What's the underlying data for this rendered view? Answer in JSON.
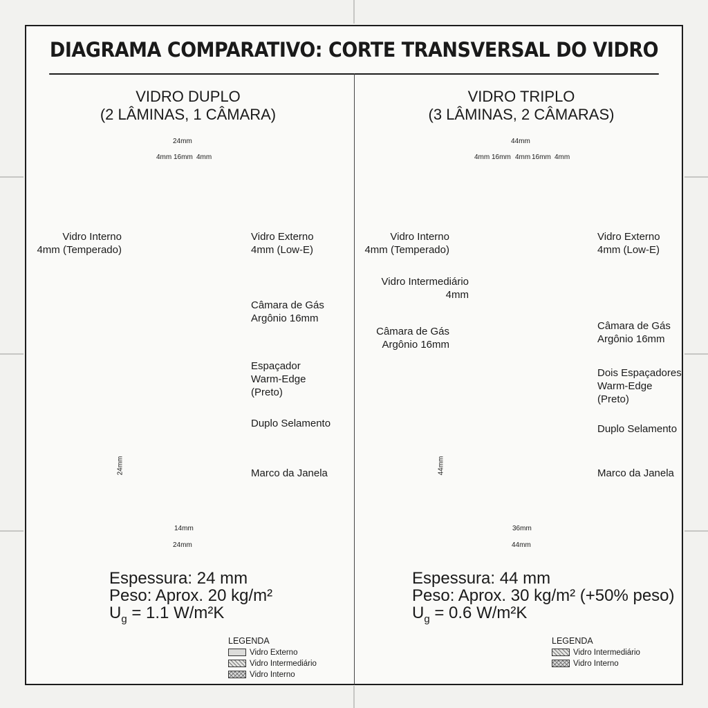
{
  "title": "DIAGRAMA COMPARATIVO: CORTE TRANSVERSAL DO VIDRO",
  "double": {
    "title1": "VIDRO DUPLO",
    "title2": "(2 LÂMINAS, 1 CÂMARA)",
    "dim_total": "24mm",
    "dim_a": "4mm",
    "dim_b": "16mm",
    "dim_c": "4mm",
    "frame_height": "24mm",
    "frame_inner": "14mm",
    "frame_width": "24mm",
    "labels": {
      "inner1": "Vidro Interno",
      "inner2": "4mm (Temperado)",
      "outer1": "Vidro Externo",
      "outer2": "4mm (Low-E)",
      "gas1": "Câmara de Gás",
      "gas2": "Argônio 16mm",
      "spacer1": "Espaçador",
      "spacer2": "Warm-Edge",
      "spacer3": "(Preto)",
      "seal": "Duplo Selamento",
      "frame": "Marco da Janela"
    },
    "stats": {
      "thickness": "Espessura: 24 mm",
      "weight": "Peso: Aprox. 20 kg/m²",
      "u_prefix": "U",
      "u_sub": "g",
      "u_value": " = 1.1 W/m²K"
    },
    "legend": {
      "title": "LEGENDA",
      "items": [
        "Vidro Externo",
        "Vidro Intermediário",
        "Vidro Interno"
      ]
    }
  },
  "triple": {
    "title1": "VIDRO TRIPLO",
    "title2": "(3 LÂMINAS, 2 CÂMARAS)",
    "dim_total": "44mm",
    "dim_a": "4mm",
    "dim_b": "16mm",
    "dim_c": "4mm",
    "dim_d": "16mm",
    "dim_e": "4mm",
    "frame_height": "44mm",
    "frame_inner": "36mm",
    "frame_width": "44mm",
    "labels": {
      "inner1": "Vidro Interno",
      "inner2": "4mm (Temperado)",
      "mid1": "Vidro Intermediário",
      "mid2": "4mm",
      "gas1": "Câmara de Gás",
      "gas2": "Argônio 16mm",
      "outer1": "Vidro Externo",
      "outer2": "4mm (Low-E)",
      "gasR1": "Câmara de Gás",
      "gasR2": "Argônio 16mm",
      "spacer1": "Dois Espaçadores",
      "spacer2": "Warm-Edge",
      "spacer3": "(Preto)",
      "seal": "Duplo Selamento",
      "frame": "Marco da Janela"
    },
    "stats": {
      "thickness": "Espessura: 44 mm",
      "weight": "Peso: Aprox. 30 kg/m² (+50% peso)",
      "u_prefix": "U",
      "u_sub": "g",
      "u_value": " = 0.6 W/m²K"
    },
    "legend": {
      "title": "LEGENDA",
      "items": [
        "Vidro Intermediário",
        "Vidro Interno"
      ]
    }
  }
}
